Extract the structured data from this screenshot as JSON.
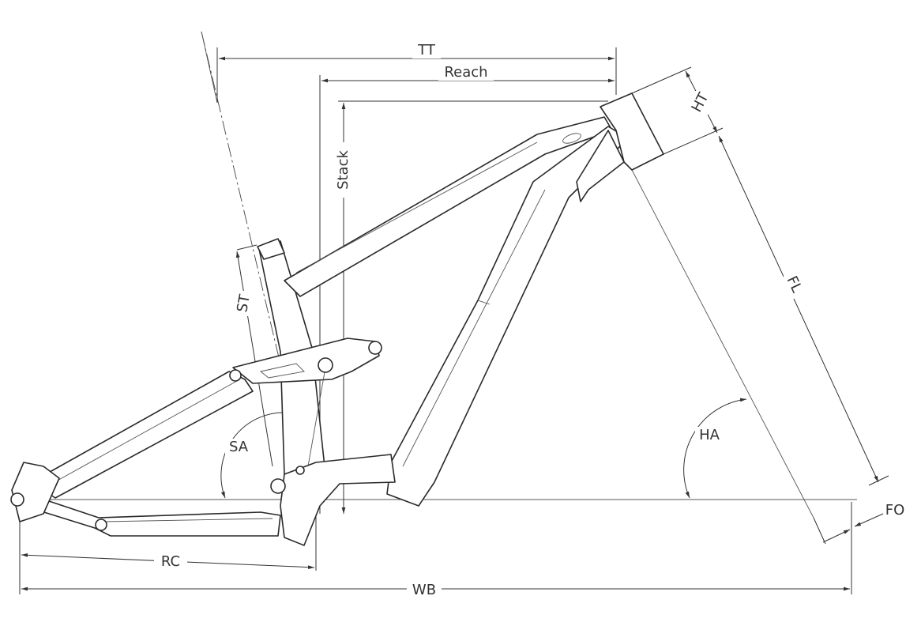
{
  "title": "Frame geometry drawing",
  "labels": {
    "tt": "TT",
    "reach": "Reach",
    "stack": "Stack",
    "ht": "HT",
    "fl": "FL",
    "st": "ST",
    "sa": "SA",
    "ha": "HA",
    "fo": "FO",
    "rc": "RC",
    "wb": "WB"
  },
  "colors": {
    "line": "#333333",
    "background": "#ffffff"
  }
}
